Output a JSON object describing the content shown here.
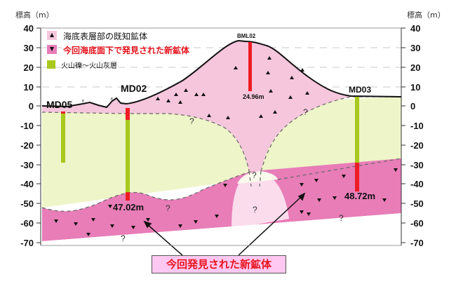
{
  "axis": {
    "left_label": "標高（m）",
    "right_label": "標高（m）",
    "ticks": [
      "40",
      "30",
      "20",
      "10",
      "0",
      "-10",
      "-20",
      "-30",
      "-40",
      "-50",
      "-60",
      "-70"
    ]
  },
  "legend": [
    {
      "symbol": "▲",
      "label": "海底表層部の既知鉱体",
      "color": "#f5c6dc",
      "text_color": "#111111"
    },
    {
      "symbol": "▼",
      "label": "今回海底面下で発見された新鉱体",
      "color": "#e87db8",
      "text_color": "#e6141e"
    },
    {
      "symbol": "",
      "label": "火山礫～火山灰層",
      "color": "#a8c81e",
      "text_color": "#111111"
    }
  ],
  "boreholes": [
    {
      "name": "MD05",
      "depth_label": ""
    },
    {
      "name": "MD02",
      "depth_label": "47.02m"
    },
    {
      "name": "BML02",
      "depth_label": "24.96m"
    },
    {
      "name": "MD03",
      "depth_label": "48.72m"
    }
  ],
  "small_markers": [
    "ff",
    "ff"
  ],
  "unknown_mark": "?",
  "callout": "今回発見された新鉱体",
  "colors": {
    "known_ore": "#f5c6dc",
    "new_ore": "#e87db8",
    "new_ore_light": "#fbdcec",
    "volcanic_layer": "#eef5c8",
    "core_green": "#a8c81e",
    "core_red": "#ee1c24"
  },
  "chart_data": {
    "type": "cross-section",
    "ylabel": "標高（m）",
    "ylim": [
      -70,
      40
    ],
    "yticks": [
      40,
      30,
      20,
      10,
      0,
      -10,
      -20,
      -30,
      -40,
      -50,
      -60,
      -70
    ],
    "grid": "dashed horizontal",
    "boreholes": [
      {
        "name": "MD05",
        "top_m": -3,
        "bottom_m": -29,
        "ore_interval_m": [
          -3,
          -4
        ]
      },
      {
        "name": "MD02",
        "top_m": 0,
        "bottom_m": -47,
        "ore_intervals_m": [
          [
            0,
            -7
          ],
          [
            -44,
            -47
          ]
        ],
        "annotation": "47.02m"
      },
      {
        "name": "BML02",
        "top_m": 33,
        "bottom_m": 8,
        "ore_interval_m": [
          33,
          8
        ],
        "annotation": "24.96m"
      },
      {
        "name": "MD03",
        "top_m": 5,
        "bottom_m": -43,
        "ore_interval_m": [
          -29,
          -43
        ],
        "annotation": "48.72m"
      }
    ],
    "legend": [
      "海底表層部の既知鉱体",
      "今回海底面下で発見された新鉱体",
      "火山礫～火山灰層"
    ],
    "annotations": [
      "今回発見された新鉱体",
      "?"
    ]
  }
}
